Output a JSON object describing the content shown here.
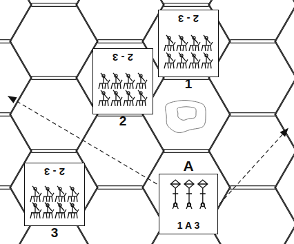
{
  "diagram": {
    "nodes": [
      {
        "text": [
          "2 - 3",
          "1"
        ]
      },
      {
        "text": [
          "2 - 3",
          "2"
        ]
      },
      {
        "text": [
          "A",
          "1 A 3"
        ]
      },
      {
        "text": [
          "2 - 3",
          "3"
        ]
      }
    ]
  }
}
